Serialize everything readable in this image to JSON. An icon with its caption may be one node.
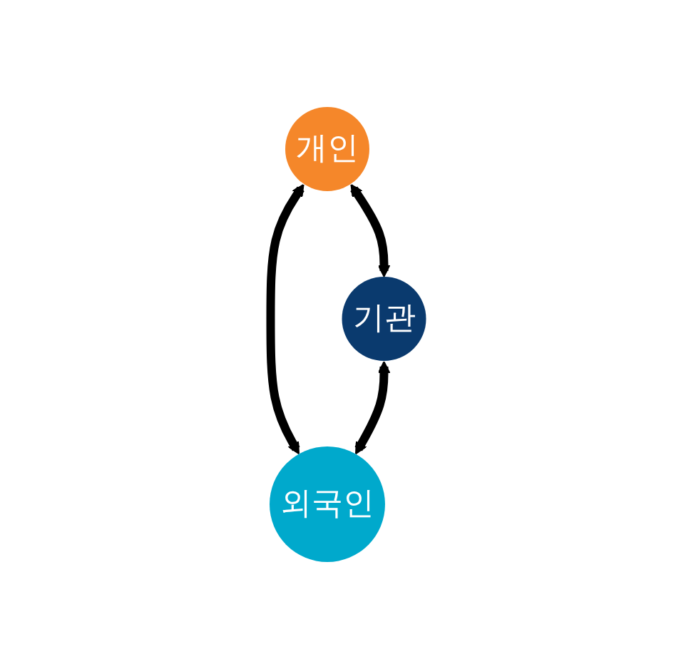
{
  "diagram": {
    "nodes": [
      {
        "text": [
          "개인"
        ]
      },
      {
        "text": [
          "기관"
        ]
      },
      {
        "text": [
          "외국인"
        ]
      }
    ],
    "edges": [
      {
        "from": 0,
        "to": 1,
        "arrow": "both"
      },
      {
        "from": 0,
        "to": 2,
        "arrow": "both"
      },
      {
        "from": 1,
        "to": 2,
        "arrow": "both"
      }
    ]
  }
}
